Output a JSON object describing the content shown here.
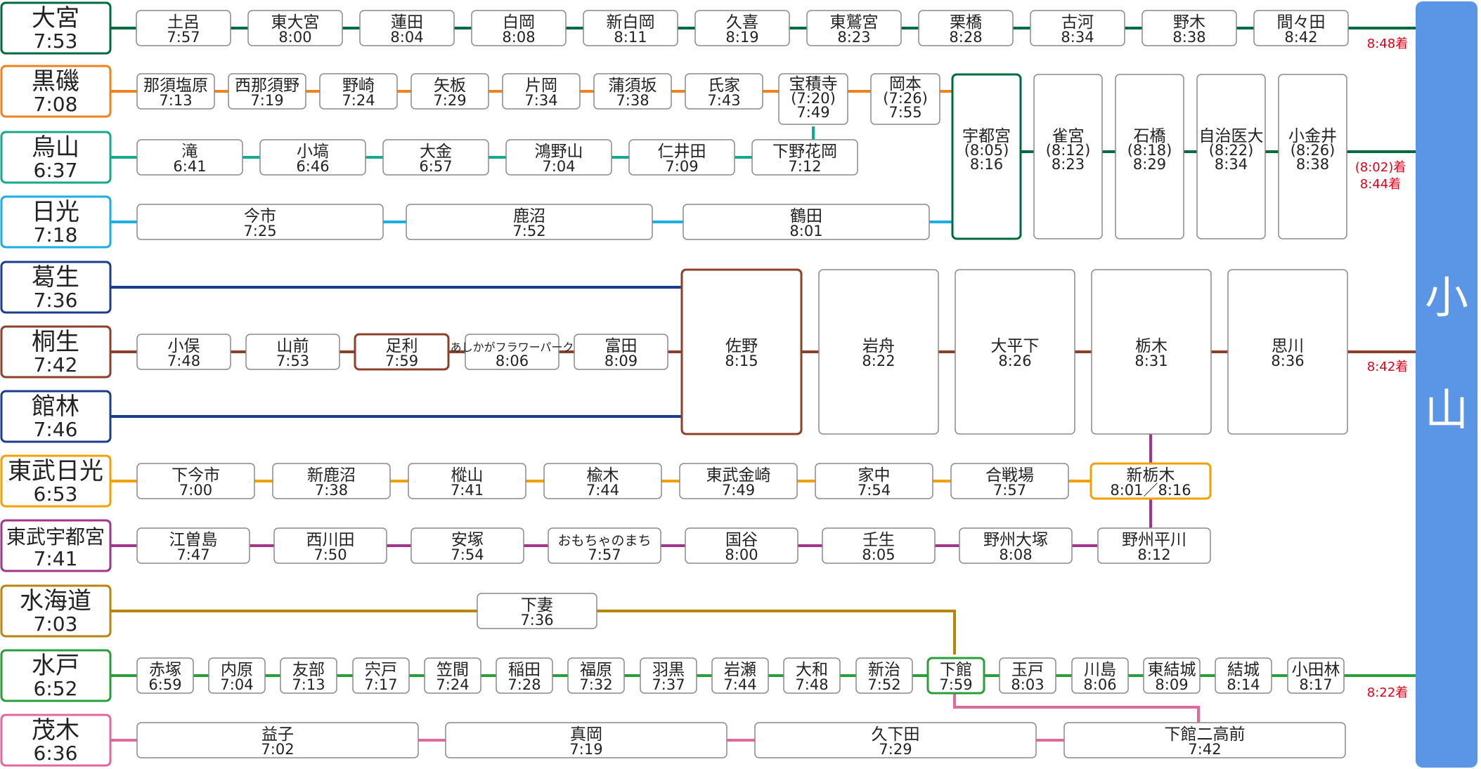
{
  "destination": "小山",
  "colors": {
    "utsunomiya": "#006a3f",
    "tohoku": "#f0821e",
    "karasuyama": "#15a98f",
    "nikko": "#1aaee2",
    "kiryu_bus": "#1c3c8e",
    "ryomo": "#8c3f2b",
    "tobu": "#f2a200",
    "tobu_utsunomiya": "#a1358c",
    "suigun": "#b8860b",
    "mito": "#2a9e3a",
    "moka": "#e0689a",
    "dest": "#5a95e6",
    "arrival_text": "#e0001b"
  },
  "routes": [
    {
      "origin": "大宮",
      "origin_time": "7:53",
      "arrival": "8:48着",
      "stations": [
        {
          "name": "土呂",
          "time": "7:57"
        },
        {
          "name": "東大宮",
          "time": "8:00"
        },
        {
          "name": "蓮田",
          "time": "8:04"
        },
        {
          "name": "白岡",
          "time": "8:08"
        },
        {
          "name": "新白岡",
          "time": "8:11"
        },
        {
          "name": "久喜",
          "time": "8:19"
        },
        {
          "name": "東鷲宮",
          "time": "8:23"
        },
        {
          "name": "栗橋",
          "time": "8:28"
        },
        {
          "name": "古河",
          "time": "8:34"
        },
        {
          "name": "野木",
          "time": "8:38"
        },
        {
          "name": "間々田",
          "time": "8:42"
        }
      ]
    },
    {
      "origin": "黒磯",
      "origin_time": "7:08",
      "stations": [
        {
          "name": "那須塩原",
          "time": "7:13"
        },
        {
          "name": "西那須野",
          "time": "7:19"
        },
        {
          "name": "野崎",
          "time": "7:24"
        },
        {
          "name": "矢板",
          "time": "7:29"
        },
        {
          "name": "片岡",
          "time": "7:34"
        },
        {
          "name": "蒲須坂",
          "time": "7:38"
        },
        {
          "name": "氏家",
          "time": "7:43"
        },
        {
          "name": "宝積寺",
          "time_alt": "(7:20)",
          "time": "7:49"
        },
        {
          "name": "岡本",
          "time_alt": "(7:26)",
          "time": "7:55"
        }
      ]
    },
    {
      "origin": "烏山",
      "origin_time": "6:37",
      "arrival_alt": "(8:02)着",
      "arrival": "8:44着",
      "stations": [
        {
          "name": "滝",
          "time": "6:41"
        },
        {
          "name": "小塙",
          "time": "6:46"
        },
        {
          "name": "大金",
          "time": "6:57"
        },
        {
          "name": "鴻野山",
          "time": "7:04"
        },
        {
          "name": "仁井田",
          "time": "7:09"
        },
        {
          "name": "下野花岡",
          "time": "7:12"
        }
      ]
    },
    {
      "origin": "日光",
      "origin_time": "7:18",
      "stations": [
        {
          "name": "今市",
          "time": "7:25"
        },
        {
          "name": "鹿沼",
          "time": "7:52"
        },
        {
          "name": "鶴田",
          "time": "8:01"
        }
      ]
    },
    {
      "origin": "葛生",
      "origin_time": "7:36",
      "stations": []
    },
    {
      "origin": "桐生",
      "origin_time": "7:42",
      "arrival": "8:42着",
      "stations": [
        {
          "name": "小俣",
          "time": "7:48"
        },
        {
          "name": "山前",
          "time": "7:53"
        },
        {
          "name": "足利",
          "time": "7:59"
        },
        {
          "name": "あしかがフラワーパーク",
          "time": "8:06"
        },
        {
          "name": "富田",
          "time": "8:09"
        }
      ]
    },
    {
      "origin": "館林",
      "origin_time": "7:46",
      "stations": []
    },
    {
      "origin": "東武日光",
      "origin_time": "6:53",
      "stations": [
        {
          "name": "下今市",
          "time": "7:00"
        },
        {
          "name": "新鹿沼",
          "time": "7:38"
        },
        {
          "name": "樅山",
          "time": "7:41"
        },
        {
          "name": "楡木",
          "time": "7:44"
        },
        {
          "name": "東武金崎",
          "time": "7:49"
        },
        {
          "name": "家中",
          "time": "7:54"
        },
        {
          "name": "合戦場",
          "time": "7:57"
        },
        {
          "name": "新栃木",
          "time": "8:01／8:16"
        }
      ]
    },
    {
      "origin": "東武宇都宮",
      "origin_time": "7:41",
      "stations": [
        {
          "name": "江曽島",
          "time": "7:47"
        },
        {
          "name": "西川田",
          "time": "7:50"
        },
        {
          "name": "安塚",
          "time": "7:54"
        },
        {
          "name": "おもちゃのまち",
          "time": "7:57"
        },
        {
          "name": "国谷",
          "time": "8:00"
        },
        {
          "name": "壬生",
          "time": "8:05"
        },
        {
          "name": "野州大塚",
          "time": "8:08"
        },
        {
          "name": "野州平川",
          "time": "8:12"
        }
      ]
    },
    {
      "origin": "水海道",
      "origin_time": "7:03",
      "stations": [
        {
          "name": "下妻",
          "time": "7:36"
        }
      ]
    },
    {
      "origin": "水戸",
      "origin_time": "6:52",
      "arrival": "8:22着",
      "stations": [
        {
          "name": "赤塚",
          "time": "6:59"
        },
        {
          "name": "内原",
          "time": "7:04"
        },
        {
          "name": "友部",
          "time": "7:13"
        },
        {
          "name": "宍戸",
          "time": "7:17"
        },
        {
          "name": "笠間",
          "time": "7:24"
        },
        {
          "name": "稲田",
          "time": "7:28"
        },
        {
          "name": "福原",
          "time": "7:32"
        },
        {
          "name": "羽黒",
          "time": "7:37"
        },
        {
          "name": "岩瀬",
          "time": "7:44"
        },
        {
          "name": "大和",
          "time": "7:48"
        },
        {
          "name": "新治",
          "time": "7:52"
        },
        {
          "name": "下館",
          "time": "7:59"
        },
        {
          "name": "玉戸",
          "time": "8:03"
        },
        {
          "name": "川島",
          "time": "8:06"
        },
        {
          "name": "東結城",
          "time": "8:09"
        },
        {
          "name": "結城",
          "time": "8:14"
        },
        {
          "name": "小田林",
          "time": "8:17"
        }
      ]
    },
    {
      "origin": "茂木",
      "origin_time": "6:36",
      "stations": [
        {
          "name": "益子",
          "time": "7:02"
        },
        {
          "name": "真岡",
          "time": "7:19"
        },
        {
          "name": "久下田",
          "time": "7:29"
        },
        {
          "name": "下館二高前",
          "time": "7:42"
        }
      ]
    }
  ],
  "trunk_utsunomiya": [
    {
      "name": "宇都宮",
      "time_alt": "(8:05)",
      "time": "8:16"
    },
    {
      "name": "雀宮",
      "time_alt": "(8:12)",
      "time": "8:23"
    },
    {
      "name": "石橋",
      "time_alt": "(8:18)",
      "time": "8:29"
    },
    {
      "name": "自治医大",
      "time_alt": "(8:22)",
      "time": "8:34"
    },
    {
      "name": "小金井",
      "time_alt": "(8:26)",
      "time": "8:38"
    }
  ],
  "trunk_ryomo": [
    {
      "name": "佐野",
      "time": "8:15"
    },
    {
      "name": "岩舟",
      "time": "8:22"
    },
    {
      "name": "大平下",
      "time": "8:26"
    },
    {
      "name": "栃木",
      "time": "8:31"
    },
    {
      "name": "思川",
      "time": "8:36"
    }
  ]
}
